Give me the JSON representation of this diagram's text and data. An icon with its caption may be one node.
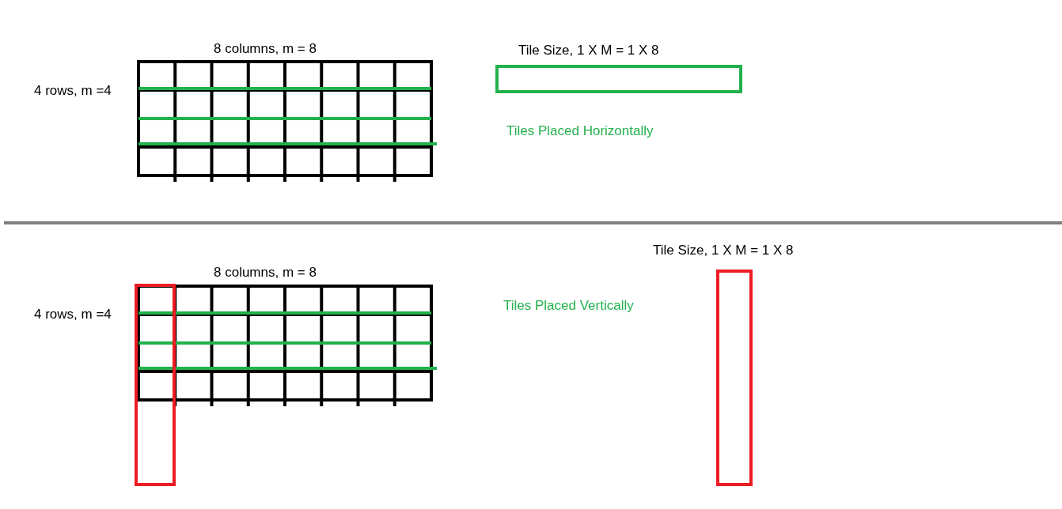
{
  "diagram": {
    "nodes": [
      {
        "text": [
          "Tile Size, 1 X M = 1 X 8"
        ]
      },
      {
        "text": [],
        "shape": "box"
      },
      {
        "text": [
          "Tile Size, 1 X M = 1 X 8"
        ]
      }
    ],
    "labels": [
      "8 columns, m = 8",
      "4 rows, m =4",
      "Tiles Placed Horizontally",
      "8 columns, m = 8",
      "4 rows, m =4",
      "Tiles Placed Vertically"
    ]
  }
}
